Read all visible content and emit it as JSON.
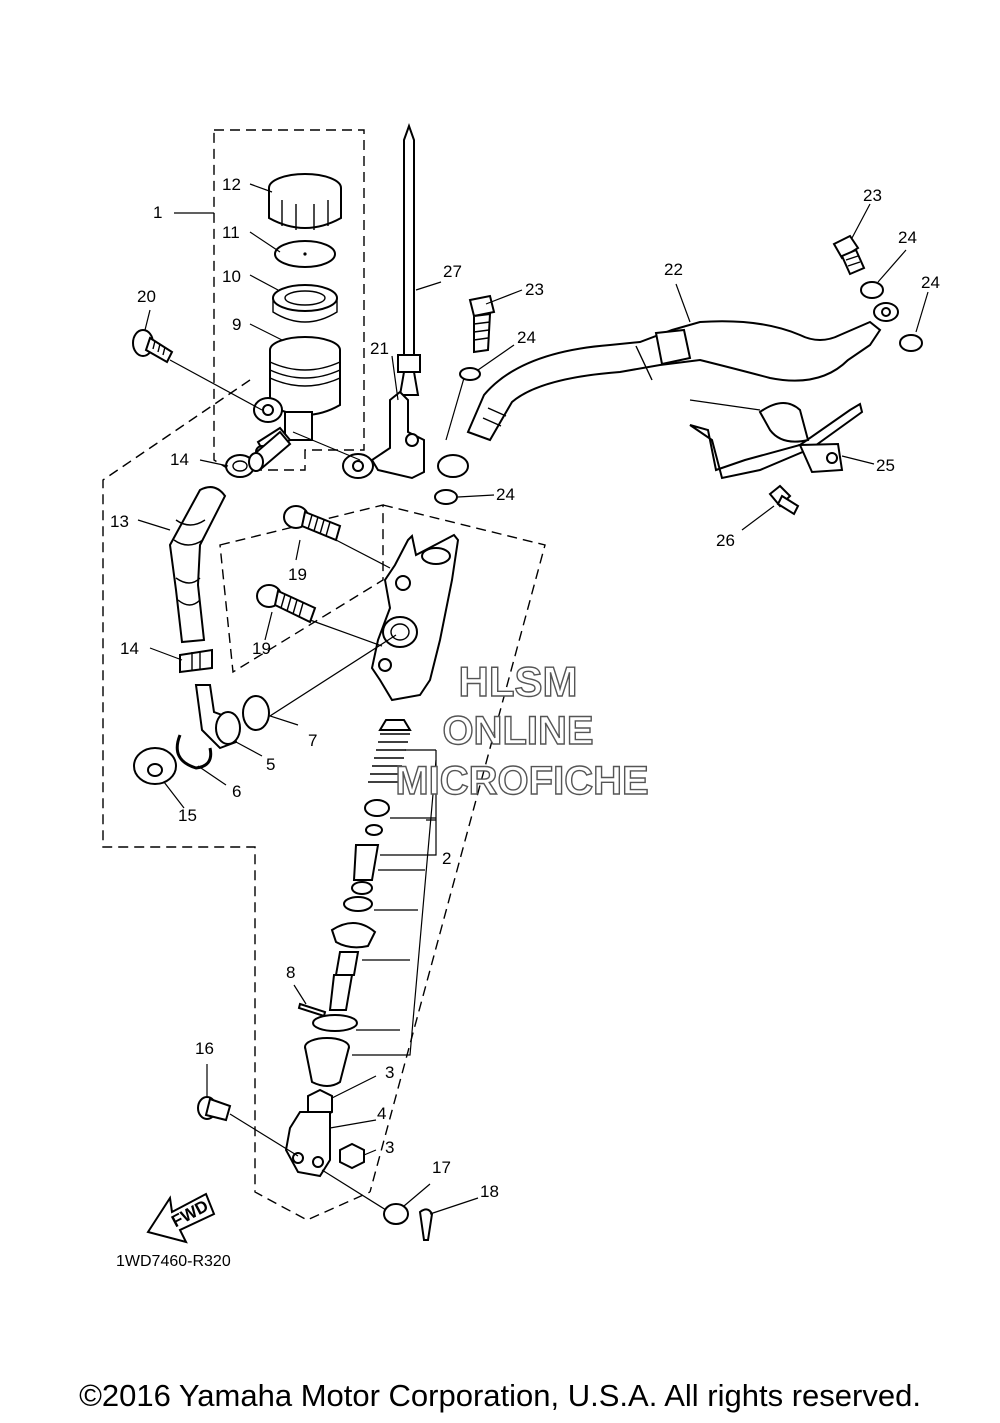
{
  "diagram": {
    "callouts": [
      "1",
      "2",
      "3",
      "3",
      "4",
      "5",
      "6",
      "7",
      "8",
      "9",
      "10",
      "11",
      "12",
      "13",
      "14",
      "14",
      "15",
      "16",
      "17",
      "18",
      "19",
      "19",
      "20",
      "21",
      "22",
      "23",
      "23",
      "24",
      "24",
      "24",
      "24",
      "25",
      "26",
      "27"
    ],
    "part_code": "1WD7460-R320",
    "fwd_label": "FWD"
  },
  "watermark": {
    "line1": "HLSM",
    "line2": "ONLINE",
    "line3": "MICROFICHE"
  },
  "footer": {
    "copyright": "©2016 Yamaha Motor Corporation, U.S.A. All rights reserved."
  }
}
